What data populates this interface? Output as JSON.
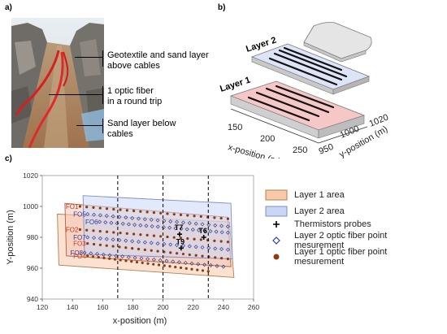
{
  "panels": {
    "a": "a)",
    "b": "b)",
    "c": "c)"
  },
  "photo_callouts": {
    "top": [
      "Geotextile and sand layer",
      "above cables"
    ],
    "middle": [
      "1 optic fiber",
      "in a round trip"
    ],
    "bottom": [
      "Sand layer below",
      "cables"
    ]
  },
  "iso": {
    "layer1": "Layer 1",
    "layer2": "Layer 2",
    "x_ticks": [
      "150",
      "200",
      "250"
    ],
    "x_label": "x-position (m)",
    "y_ticks": [
      "950",
      "1000",
      "1020"
    ],
    "y_label": "y-position (m)"
  },
  "chart_data": {
    "type": "scatter",
    "xlabel": "x-position (m)",
    "ylabel": "Y-position (m)",
    "xlim": [
      120,
      260
    ],
    "ylim": [
      940,
      1020
    ],
    "xticks": [
      120,
      140,
      160,
      180,
      200,
      220,
      240,
      260
    ],
    "yticks": [
      940,
      960,
      980,
      1000,
      1020
    ],
    "vlines": [
      170,
      200,
      230
    ],
    "areas": [
      {
        "name": "Layer 1 area",
        "color": "#f7c9a8",
        "edge": "#b08050",
        "corners": [
          [
            130,
            995
          ],
          [
            244,
            990
          ],
          [
            247,
            954
          ],
          [
            131,
            962
          ]
        ]
      },
      {
        "name": "Layer 1 area",
        "color": "#f5c6b4",
        "edge": "#b06040",
        "corners": [
          [
            135,
            1002
          ],
          [
            243,
            993
          ],
          [
            245,
            961
          ],
          [
            136,
            968
          ]
        ]
      },
      {
        "name": "Layer 2 area",
        "color": "#c9d7f5",
        "edge": "#7f8fc6",
        "corners": [
          [
            147,
            1007
          ],
          [
            245,
            1002
          ],
          [
            246,
            966
          ],
          [
            148,
            969
          ]
        ]
      }
    ],
    "fiber_lines": [
      {
        "label": "FO1",
        "label_color": "#c0392b",
        "x_start": 145,
        "y_start": 1000,
        "x_end": 243,
        "y_end": 992
      },
      {
        "label": "FO5",
        "label_color": "#2c3e9f",
        "x_start": 150,
        "y_start": 995,
        "x_end": 243,
        "y_end": 987
      },
      {
        "label": "FO6",
        "label_color": "#2c3e9f",
        "x_start": 158,
        "y_start": 990,
        "x_end": 243,
        "y_end": 983
      },
      {
        "label": "FO2",
        "label_color": "#c0392b",
        "x_start": 145,
        "y_start": 985,
        "x_end": 243,
        "y_end": 977
      },
      {
        "label": "FO7",
        "label_color": "#2c3e9f",
        "x_start": 150,
        "y_start": 980,
        "x_end": 243,
        "y_end": 972
      },
      {
        "label": "FO3",
        "label_color": "#c0392b",
        "x_start": 150,
        "y_start": 976,
        "x_end": 243,
        "y_end": 966
      },
      {
        "label": "FO8",
        "label_color": "#2c3e9f",
        "x_start": 148,
        "y_start": 970,
        "x_end": 240,
        "y_end": 961
      },
      {
        "label": "FO4",
        "label_color": "#c0392b",
        "x_start": 150,
        "y_start": 968,
        "x_end": 230,
        "y_end": 958
      }
    ],
    "thermistors": [
      {
        "name": "T7",
        "x": 211,
        "y": 982
      },
      {
        "name": "T6",
        "x": 227,
        "y": 980
      },
      {
        "name": "T9",
        "x": 212,
        "y": 973
      }
    ],
    "legend": [
      {
        "label": "Layer 1 area",
        "kind": "area",
        "fill": "#f7c9a8",
        "edge": "#b08050"
      },
      {
        "label": "Layer 2 area",
        "kind": "area",
        "fill": "#c9d7f5",
        "edge": "#7f8fc6"
      },
      {
        "label": "Thermistors probes",
        "kind": "plus",
        "color": "#000000"
      },
      {
        "label": "Layer 2 optic fiber point mesurement",
        "kind": "diamond",
        "color": "#2c3e9f"
      },
      {
        "label": "Layer 1 optic fiber point mesurement",
        "kind": "dot",
        "color": "#8b3a12"
      }
    ]
  }
}
